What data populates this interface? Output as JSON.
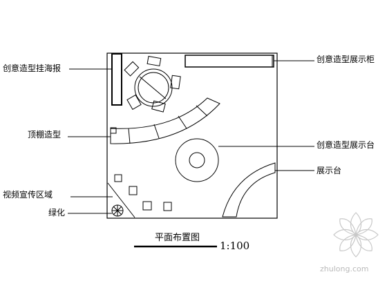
{
  "labels": {
    "poster": "创意造型挂海报",
    "ceiling": "顶棚造型",
    "video_area": "视频宣传区域",
    "greenery": "绿化",
    "display_cabinet": "创意造型展示柜",
    "display_stand_round": "创意造型展示台",
    "display_stand": "展示台"
  },
  "caption": {
    "title": "平面布置图",
    "scale": "1:100"
  },
  "watermark": {
    "text": "zhulong.com",
    "icon": "flower-logo-icon"
  }
}
